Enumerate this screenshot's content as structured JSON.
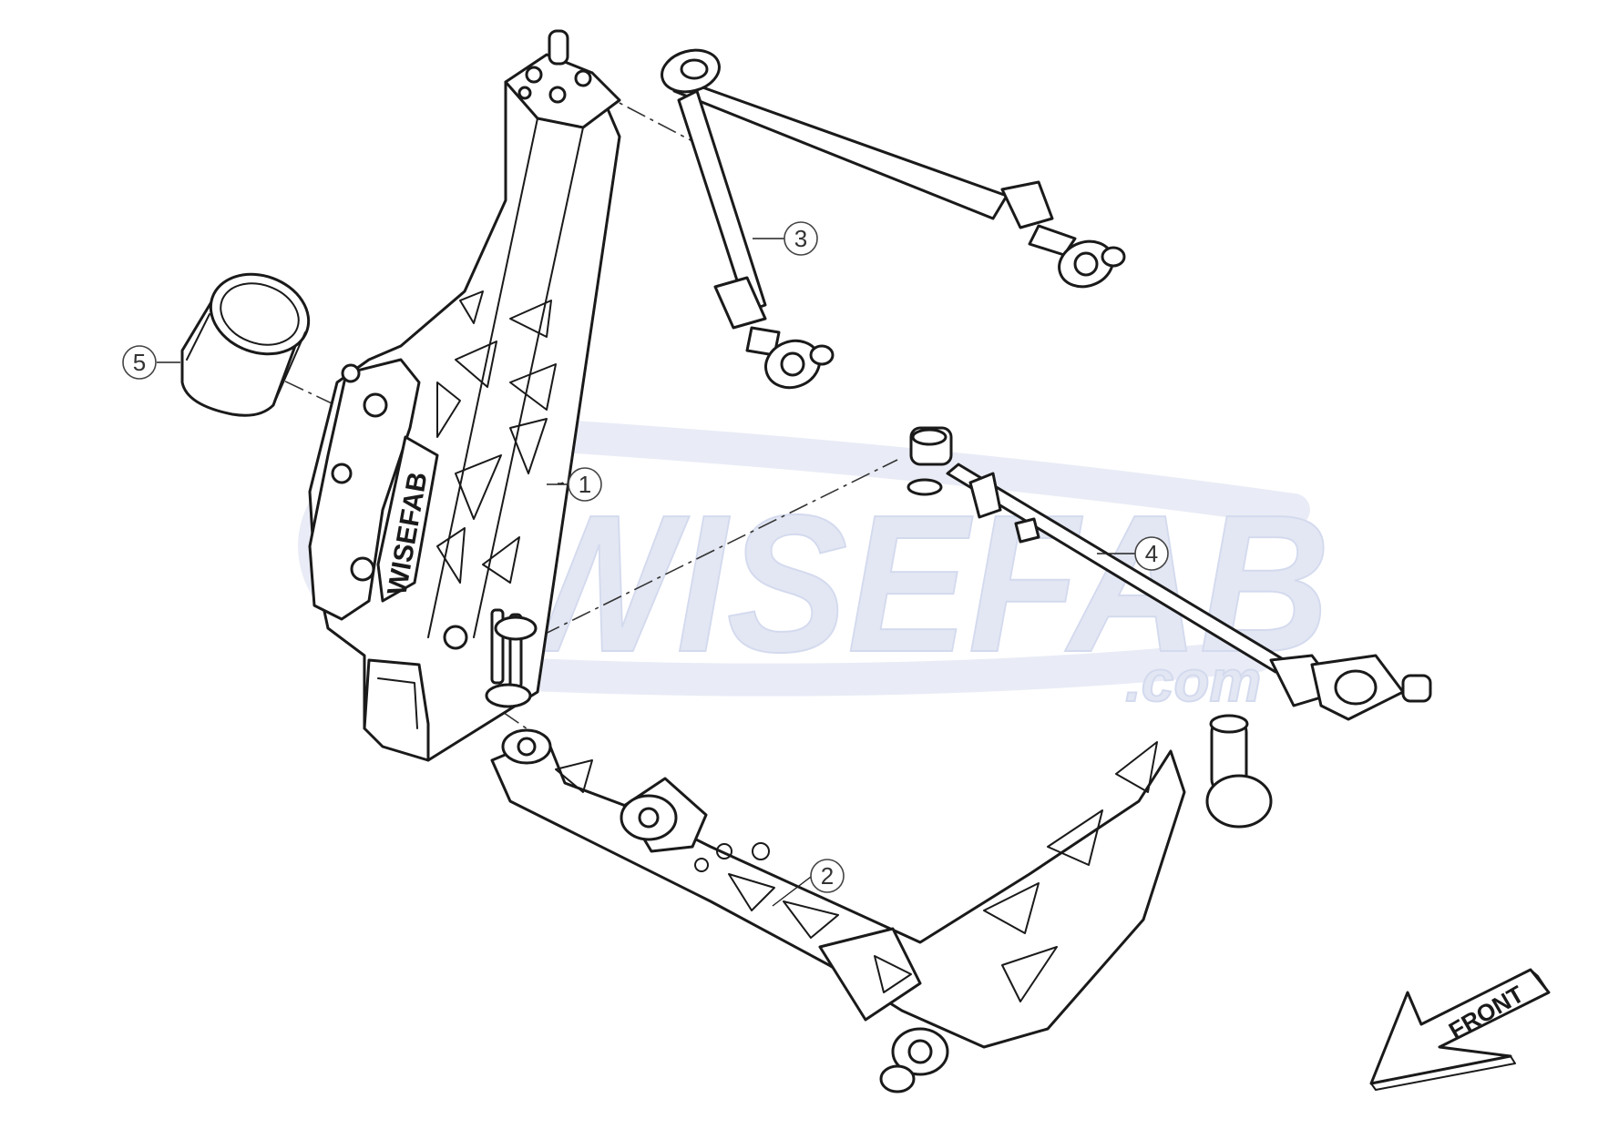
{
  "watermark": {
    "brand": "WISEFAB",
    "suffix": ".com"
  },
  "knuckle_logo": "WISEFAB",
  "callouts": [
    {
      "id": "callout-1",
      "label": "1"
    },
    {
      "id": "callout-2",
      "label": "2"
    },
    {
      "id": "callout-3",
      "label": "3"
    },
    {
      "id": "callout-4",
      "label": "4"
    },
    {
      "id": "callout-5",
      "label": "5"
    }
  ],
  "direction_arrow": {
    "label": "FRONT"
  }
}
